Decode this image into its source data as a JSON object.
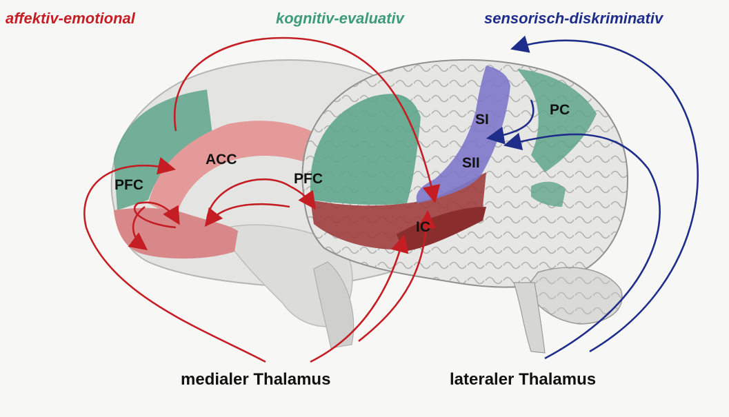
{
  "headings": {
    "affective": {
      "text": "affektiv-emotional",
      "color": "#c41e24"
    },
    "cognitive": {
      "text": "kognitiv-evaluativ",
      "color": "#3d9a7a"
    },
    "sensory": {
      "text": "sensorisch-diskriminativ",
      "color": "#1f2d8a"
    }
  },
  "regions": {
    "pfc_medial": "PFC",
    "acc": "ACC",
    "pfc_lateral": "PFC",
    "ic": "IC",
    "si": "SI",
    "sii": "SII",
    "pc": "PC"
  },
  "thalamus": {
    "medial": "medialer Thalamus",
    "lateral": "lateraler Thalamus"
  },
  "colors": {
    "affective_region": "#e59a9a",
    "affective_dark": "#9e3a3a",
    "cognitive_region": "#5fa58c",
    "sensory_region": "#7d78c9",
    "arrow_red": "#c41e24",
    "arrow_blue": "#1f2d8a"
  }
}
